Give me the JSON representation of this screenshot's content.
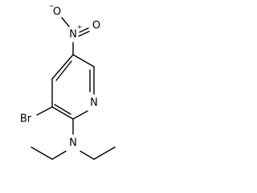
{
  "molecule": {
    "atoms": {
      "o_top": "O",
      "o_top_charge": "−",
      "n_nitro": "N",
      "n_nitro_charge": "+",
      "o_right": "O",
      "n_ring": "N",
      "br": "Br",
      "n_amine": "N"
    }
  }
}
